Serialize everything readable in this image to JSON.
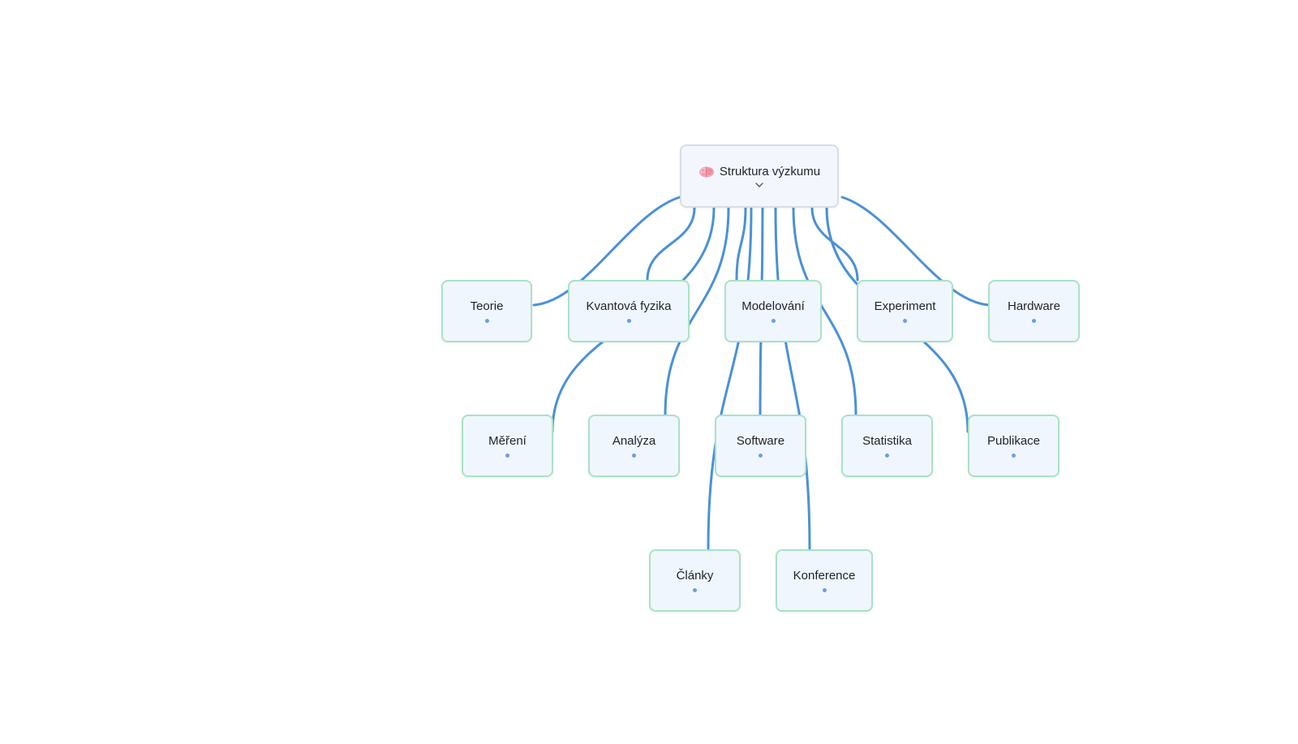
{
  "colors": {
    "edge": "#4a90d9",
    "node_border": "#a8e3c4",
    "node_fill": "#f0f6fd",
    "root_border": "#d7dde6",
    "dot": "#6a9fe0"
  },
  "root": {
    "id": "root",
    "label": "Struktura výzkumu",
    "icon": "brain-icon",
    "toggle_icon": "chevron-down-icon"
  },
  "nodes": [
    {
      "id": "teorie",
      "label": "Teorie"
    },
    {
      "id": "kvantova-fyzika",
      "label": "Kvantová fyzika"
    },
    {
      "id": "modelovani",
      "label": "Modelování"
    },
    {
      "id": "experiment",
      "label": "Experiment"
    },
    {
      "id": "hardware",
      "label": "Hardware"
    },
    {
      "id": "mereni",
      "label": "Měření"
    },
    {
      "id": "analyza",
      "label": "Analýza"
    },
    {
      "id": "software",
      "label": "Software"
    },
    {
      "id": "statistika",
      "label": "Statistika"
    },
    {
      "id": "publikace",
      "label": "Publikace"
    },
    {
      "id": "clanky",
      "label": "Články"
    },
    {
      "id": "konference",
      "label": "Konference"
    }
  ],
  "edges": [
    {
      "from": "root",
      "to": "teorie"
    },
    {
      "from": "root",
      "to": "kvantova-fyzika"
    },
    {
      "from": "root",
      "to": "modelovani"
    },
    {
      "from": "root",
      "to": "experiment"
    },
    {
      "from": "root",
      "to": "hardware"
    },
    {
      "from": "root",
      "to": "mereni"
    },
    {
      "from": "root",
      "to": "analyza"
    },
    {
      "from": "root",
      "to": "software"
    },
    {
      "from": "root",
      "to": "statistika"
    },
    {
      "from": "root",
      "to": "publikace"
    },
    {
      "from": "root",
      "to": "clanky"
    },
    {
      "from": "root",
      "to": "konference"
    }
  ]
}
